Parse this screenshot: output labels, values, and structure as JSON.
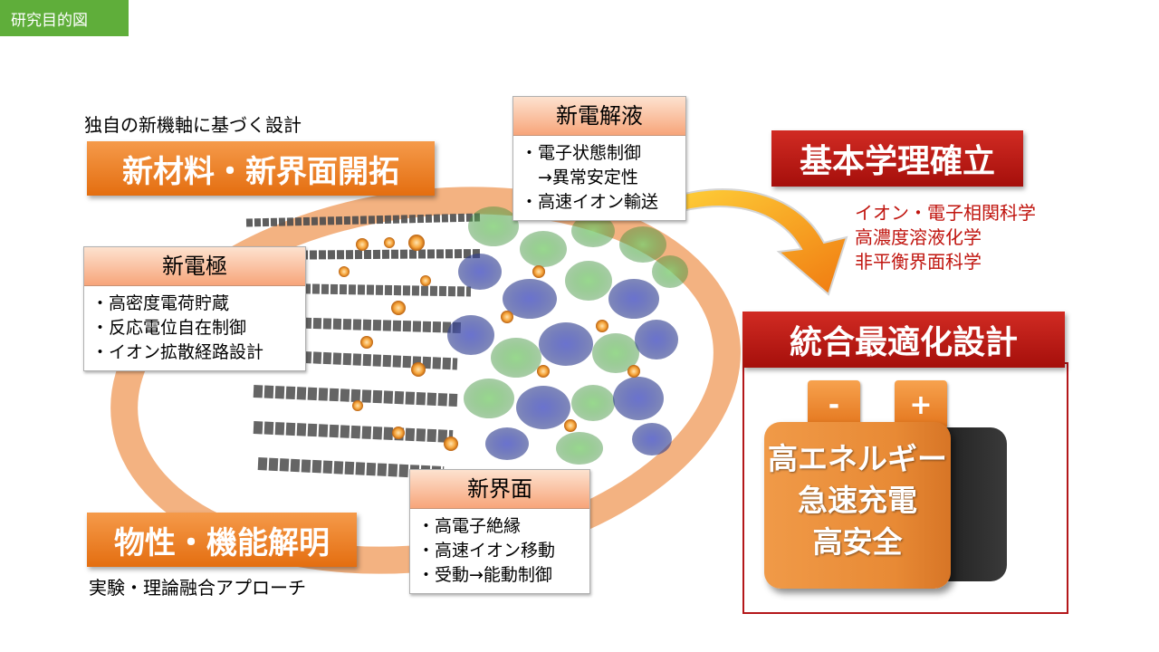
{
  "tag": "研究目的図",
  "top_caption": "独自の新機軸に基づく設計",
  "band_top": "新材料・新界面開拓",
  "band_bottom": "物性・機能解明",
  "bottom_caption": "実験・理論融合アプローチ",
  "electrolyte": {
    "title": "新電解液",
    "items": [
      "・電子状態制御",
      "　→異常安定性",
      "・高速イオン輸送"
    ]
  },
  "electrode": {
    "title": "新電極",
    "items": [
      "・高密度電荷貯蔵",
      "・反応電位自在制御",
      "・イオン拡散経路設計"
    ]
  },
  "interface": {
    "title": "新界面",
    "items": [
      "・高電子絶縁",
      "・高速イオン移動",
      "・受動→能動制御"
    ]
  },
  "principle": {
    "title": "基本学理確立",
    "items": [
      "イオン・電子相関科学",
      "高濃度溶液化学",
      "非平衡界面科学"
    ]
  },
  "integrated": {
    "title": "統合最適化設計",
    "battery": {
      "minus": "-",
      "plus": "+",
      "lines": [
        "高エネルギー",
        "急速充電",
        "高安全"
      ]
    }
  },
  "colors": {
    "orange": "#e8792a",
    "red": "#b7151a",
    "green": "#5fae3a"
  }
}
